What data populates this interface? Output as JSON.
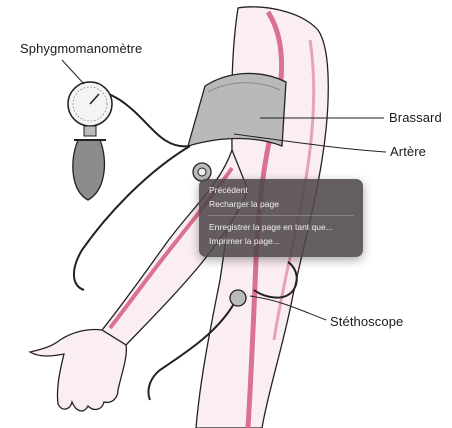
{
  "illustration": {
    "labels": {
      "sphygmomanometre": "Sphygmomanomètre",
      "brassard": "Brassard",
      "artere": "Artère",
      "stethoscope": "Stéthoscope"
    },
    "colors": {
      "skin": "#fbeef2",
      "artery": "#d9718f",
      "cuff": "#b9b9bb",
      "gauge": "#f4f4f4",
      "bulb": "#8c8c8c",
      "outline": "#222222"
    }
  },
  "context_menu": {
    "items_group_1": [
      "Précédent",
      "Recharger la page"
    ],
    "items_group_2": [
      "Enregistrer la page en tant que...",
      "Imprimer la page..."
    ],
    "background": "#4e484c"
  }
}
